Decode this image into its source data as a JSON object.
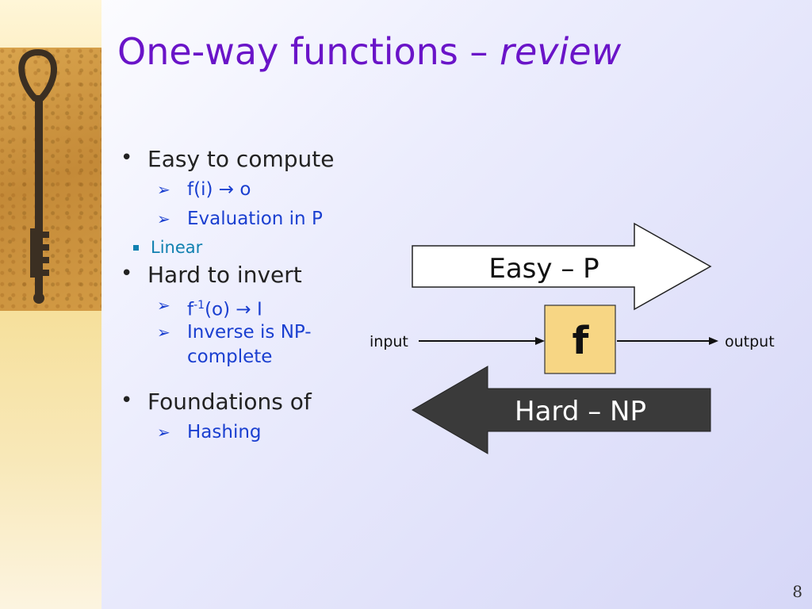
{
  "slide": {
    "title_main": "One-way functions – ",
    "title_italic": "review",
    "page_number": "8"
  },
  "bullets": {
    "easy": {
      "label": "Easy to compute",
      "sub1_pre": "f(i) ",
      "sub1_arrow": "→",
      "sub1_post": " o",
      "sub2": "Evaluation in P",
      "sub3": "Linear"
    },
    "hard": {
      "label": "Hard to invert",
      "sub1_pre": "f",
      "sub1_sup": "-1",
      "sub1_mid": "(o) ",
      "sub1_arrow": "→",
      "sub1_post": " I",
      "sub2_line1": "Inverse is NP-",
      "sub2_line2": "complete"
    },
    "foundations": {
      "label": "Foundations of",
      "sub1": "Hashing"
    }
  },
  "diagram": {
    "easy_arrow_label": "Easy – P",
    "hard_arrow_label": "Hard – NP",
    "function_label": "f",
    "input_label": "input",
    "output_label": "output",
    "colors": {
      "function_box": "#f7d684",
      "hard_arrow": "#3a3a3a",
      "easy_arrow": "#ffffff"
    }
  },
  "icons": {
    "bullet": "bullet-dot-icon",
    "sub_bullet": "arrowhead-icon",
    "sub_sub_bullet": "square-icon"
  }
}
